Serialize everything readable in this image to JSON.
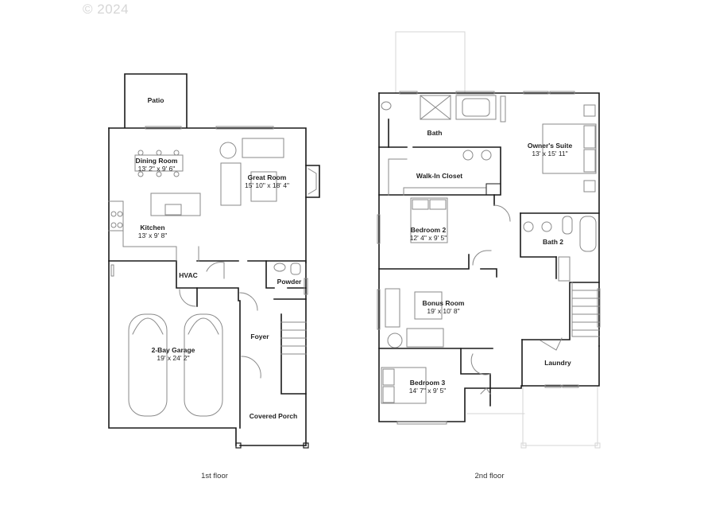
{
  "copyright": "© 2024",
  "floors": [
    {
      "caption": "1st floor",
      "rooms": [
        {
          "name": "Patio",
          "dims": ""
        },
        {
          "name": "Dining Room",
          "dims": "13' 2\" x 9' 6\""
        },
        {
          "name": "Great Room",
          "dims": "15' 10\" x 18' 4\""
        },
        {
          "name": "Kitchen",
          "dims": "13' x 9' 8\""
        },
        {
          "name": "HVAC",
          "dims": ""
        },
        {
          "name": "Powder",
          "dims": ""
        },
        {
          "name": "Foyer",
          "dims": ""
        },
        {
          "name": "2-Bay Garage",
          "dims": "19' x 24' 2\""
        },
        {
          "name": "Covered Porch",
          "dims": ""
        }
      ]
    },
    {
      "caption": "2nd floor",
      "rooms": [
        {
          "name": "Bath",
          "dims": ""
        },
        {
          "name": "Owner's Suite",
          "dims": "13' x 15' 11\""
        },
        {
          "name": "Walk-In Closet",
          "dims": ""
        },
        {
          "name": "Bedroom 2",
          "dims": "12' 4\" x 9' 5\""
        },
        {
          "name": "Bath 2",
          "dims": ""
        },
        {
          "name": "Bonus Room",
          "dims": "19' x 10' 8\""
        },
        {
          "name": "Bedroom 3",
          "dims": "14' 7\" x 9' 5\""
        },
        {
          "name": "Laundry",
          "dims": ""
        }
      ]
    }
  ],
  "colors": {
    "wall": "#1a1a1a",
    "fixture": "#9a9a9a",
    "ghost": "#d9d9d9",
    "text": "#222222"
  }
}
